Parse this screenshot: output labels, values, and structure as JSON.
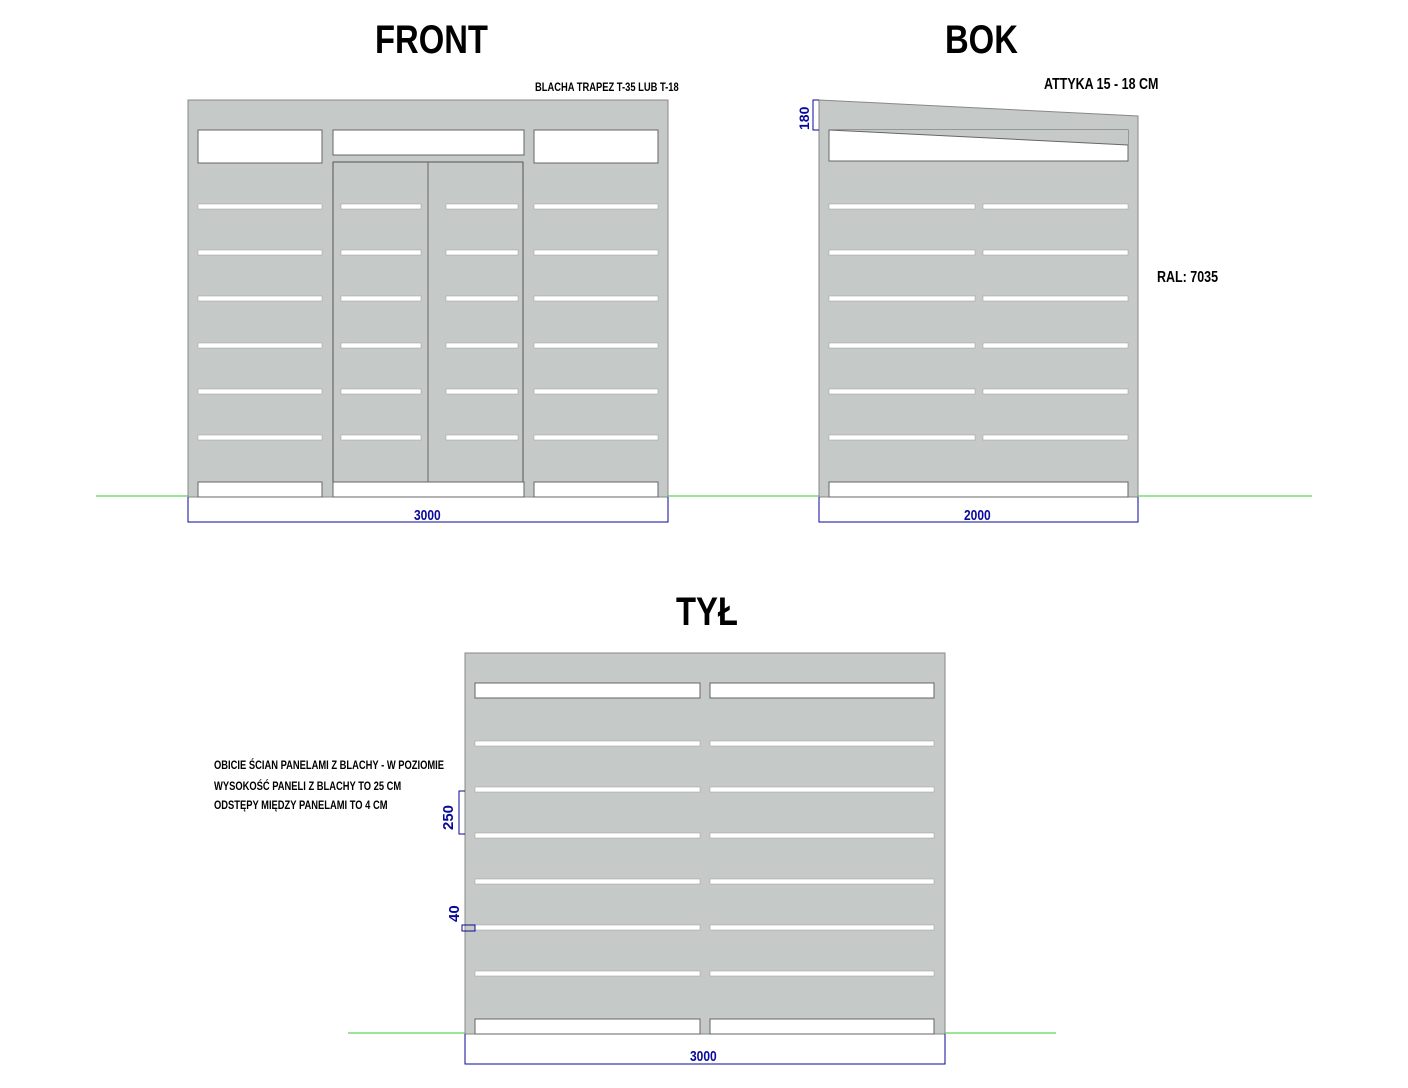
{
  "titles": {
    "front": "FRONT",
    "side": "BOK",
    "back": "TYŁ"
  },
  "notes": {
    "roof": "BLACHA TRAPEZ T-35 LUB T-18",
    "parapet": "ATTYKA 15 - 18 CM",
    "color": "RAL: 7035",
    "spec_line1": "OBICIE ŚCIAN PANELAMI Z BLACHY - W POZIOMIE",
    "spec_line2": "WYSOKOŚĆ PANELI Z BLACHY TO 25 CM",
    "spec_line3": "ODSTĘPY MIĘDZY PANELAMI TO 4 CM"
  },
  "dimensions": {
    "front_width": "3000",
    "side_width": "2000",
    "side_slope_height": "180",
    "panel_height": "250",
    "panel_gap": "40",
    "back_width": "3000"
  },
  "colors": {
    "panel": "#c5c9c8",
    "outline": "#555555",
    "ground": "#33cc33",
    "dimension": "#0a0a9a"
  }
}
